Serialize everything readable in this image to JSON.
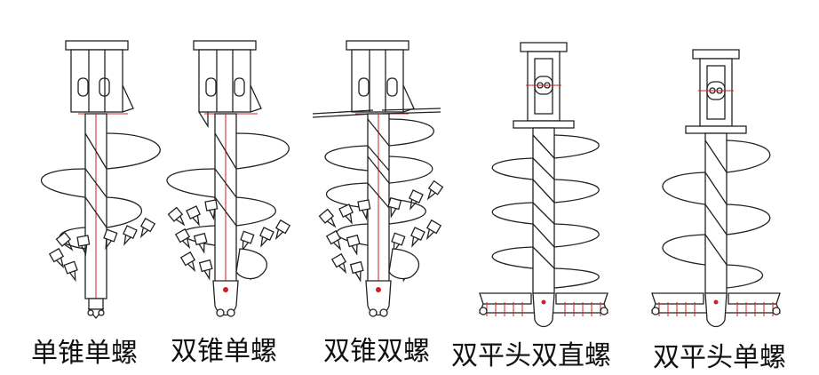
{
  "colors": {
    "stroke": "#222222",
    "accent": "#d02020",
    "background": "#ffffff"
  },
  "augers": [
    {
      "label": "单锥单螺"
    },
    {
      "label": "双锥单螺"
    },
    {
      "label": "双锥双螺"
    },
    {
      "label": "双平头双直螺"
    },
    {
      "label": "双平头单螺"
    }
  ]
}
